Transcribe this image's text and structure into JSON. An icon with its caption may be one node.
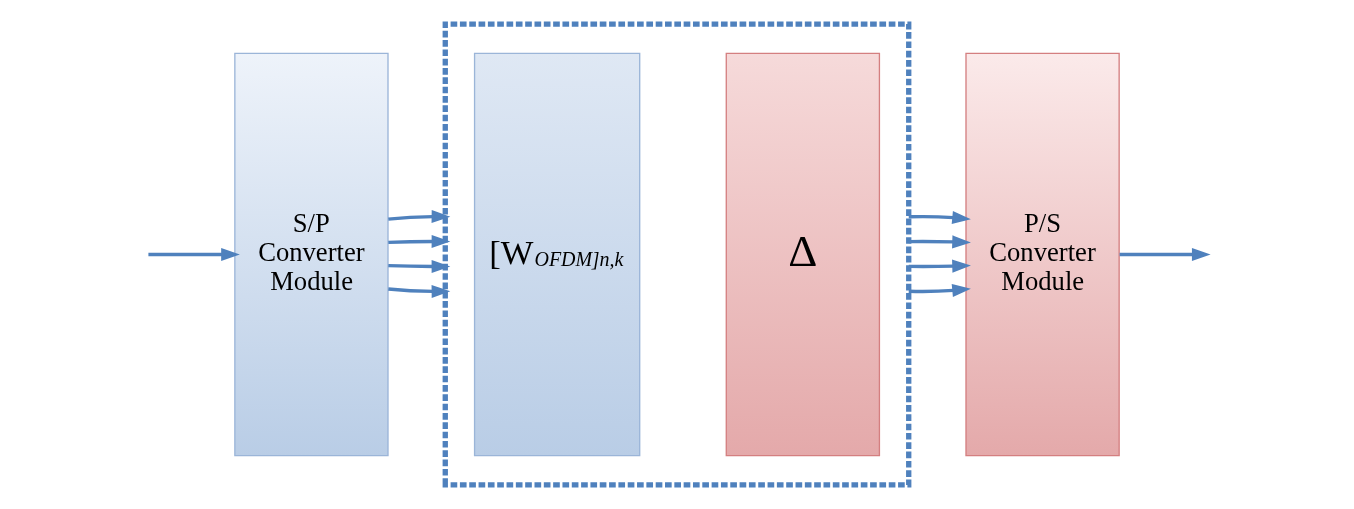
{
  "diagram": {
    "nodes": [
      {
        "text": [
          "S/P Converter Module"
        ]
      },
      {
        "text": [],
        "shape": "box"
      },
      {
        "text": [
          "[W$_{OFDM}$]$_{n,k}$"
        ],
        "in": 1
      },
      {
        "text": [
          "Δ"
        ],
        "in": 1
      },
      {
        "text": [
          "P/S Converter Module"
        ]
      }
    ],
    "edges": [
      {
        "from": null,
        "to": 0,
        "arrow": "to"
      },
      {
        "from": 0,
        "to": 1,
        "arrow": "to"
      },
      {
        "from": 0,
        "to": 1,
        "arrow": "to"
      },
      {
        "from": 0,
        "to": 1,
        "arrow": "to"
      },
      {
        "from": 0,
        "to": 1,
        "arrow": "to"
      },
      {
        "from": 1,
        "to": 4,
        "arrow": "to"
      },
      {
        "from": 1,
        "to": 4,
        "arrow": "to"
      },
      {
        "from": 1,
        "to": 4,
        "arrow": "to"
      },
      {
        "from": 1,
        "to": 4,
        "arrow": "to"
      },
      {
        "from": 4,
        "to": null,
        "arrow": "to"
      }
    ]
  }
}
